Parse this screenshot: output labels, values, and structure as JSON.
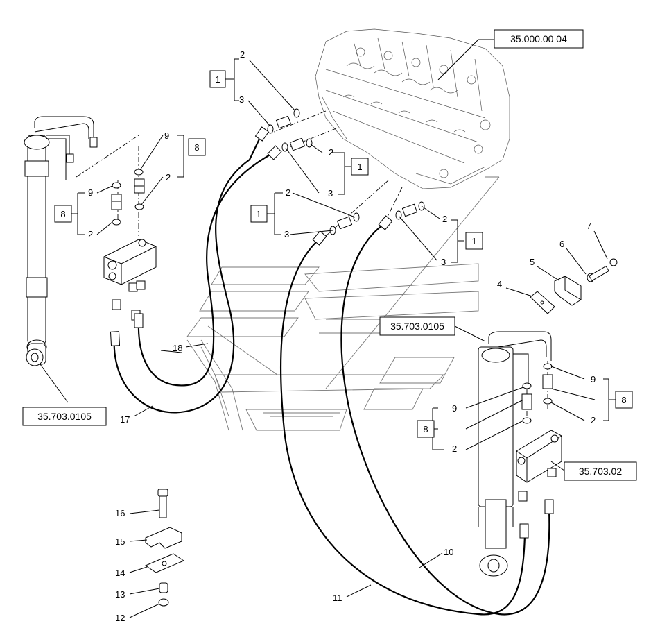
{
  "refs": {
    "top_right": "35.000.00 04",
    "left_cylinder": "35.703.0105",
    "right_cylinder": "35.703.0105",
    "right_valve": "35.703.02"
  },
  "kit_boxes": {
    "kit_a": "1",
    "kit_b": "1",
    "kit_c": "1",
    "kit_d": "1",
    "kit_e": "8",
    "kit_f": "8",
    "kit_g": "8",
    "kit_h": "8"
  },
  "callouts": {
    "c1": "2",
    "c2": "3",
    "c3": "9",
    "c4": "2",
    "c5": "9",
    "c6": "2",
    "c7": "2",
    "c8": "3",
    "c9": "2",
    "c10": "3",
    "c11": "2",
    "c12": "3",
    "c13": "7",
    "c14": "6",
    "c15": "5",
    "c16": "4",
    "c17": "18",
    "c18": "17",
    "c19": "9",
    "c20": "2",
    "c21": "9",
    "c22": "2",
    "c23": "16",
    "c24": "15",
    "c25": "14",
    "c26": "13",
    "c27": "12",
    "c28": "10",
    "c29": "11"
  }
}
